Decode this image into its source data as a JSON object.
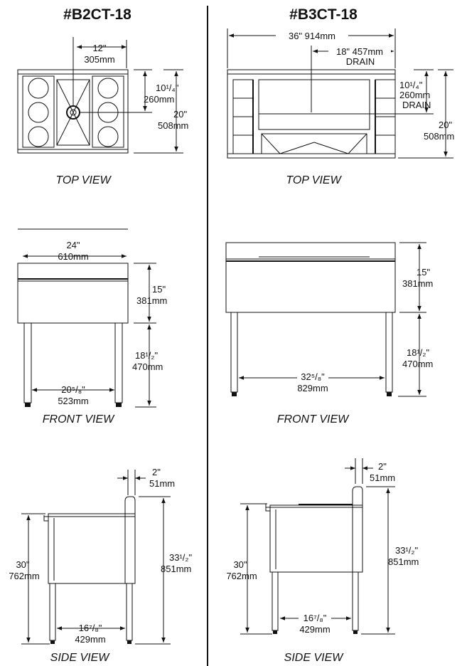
{
  "left": {
    "model": "#B2CT-18",
    "top_view": {
      "label": "TOP VIEW",
      "width_in": "12\"",
      "width_mm": "305mm",
      "drain_in": "10¹/₄\"",
      "drain_mm": "260mm",
      "depth_in": "20\"",
      "depth_mm": "508mm"
    },
    "front_view": {
      "label": "FRONT VIEW",
      "width_in": "24\"",
      "width_mm": "610mm",
      "height_in": "15\"",
      "height_mm": "381mm",
      "leg_in": "18¹/₂\"",
      "leg_mm": "470mm",
      "span_in": "20⁵/₈\"",
      "span_mm": "523mm"
    },
    "side_view": {
      "label": "SIDE VIEW",
      "back_in": "2\"",
      "back_mm": "51mm",
      "height_in": "30\"",
      "height_mm": "762mm",
      "total_in": "33¹/₂\"",
      "total_mm": "851mm",
      "span_in": "16⁷/₈\"",
      "span_mm": "429mm"
    }
  },
  "right": {
    "model": "#B3CT-18",
    "top_view": {
      "label": "TOP VIEW",
      "width_text": "36\" 914mm",
      "drain_in_text": "18\" 457mm",
      "drain_word": "DRAIN",
      "drain2_in": "10¹/₄\"",
      "drain2_mm": "260mm",
      "drain2_word": "DRAIN",
      "depth_in": "20\"",
      "depth_mm": "508mm"
    },
    "front_view": {
      "label": "FRONT VIEW",
      "height_in": "15\"",
      "height_mm": "381mm",
      "leg_in": "18¹/₂\"",
      "leg_mm": "470mm",
      "span_in": "32⁵/₈\"",
      "span_mm": "829mm"
    },
    "side_view": {
      "label": "SIDE VIEW",
      "back_in": "2\"",
      "back_mm": "51mm",
      "height_in": "30\"",
      "height_mm": "762mm",
      "total_in": "33¹/₂\"",
      "total_mm": "851mm",
      "span_in": "16⁷/₈\"",
      "span_mm": "429mm"
    }
  }
}
